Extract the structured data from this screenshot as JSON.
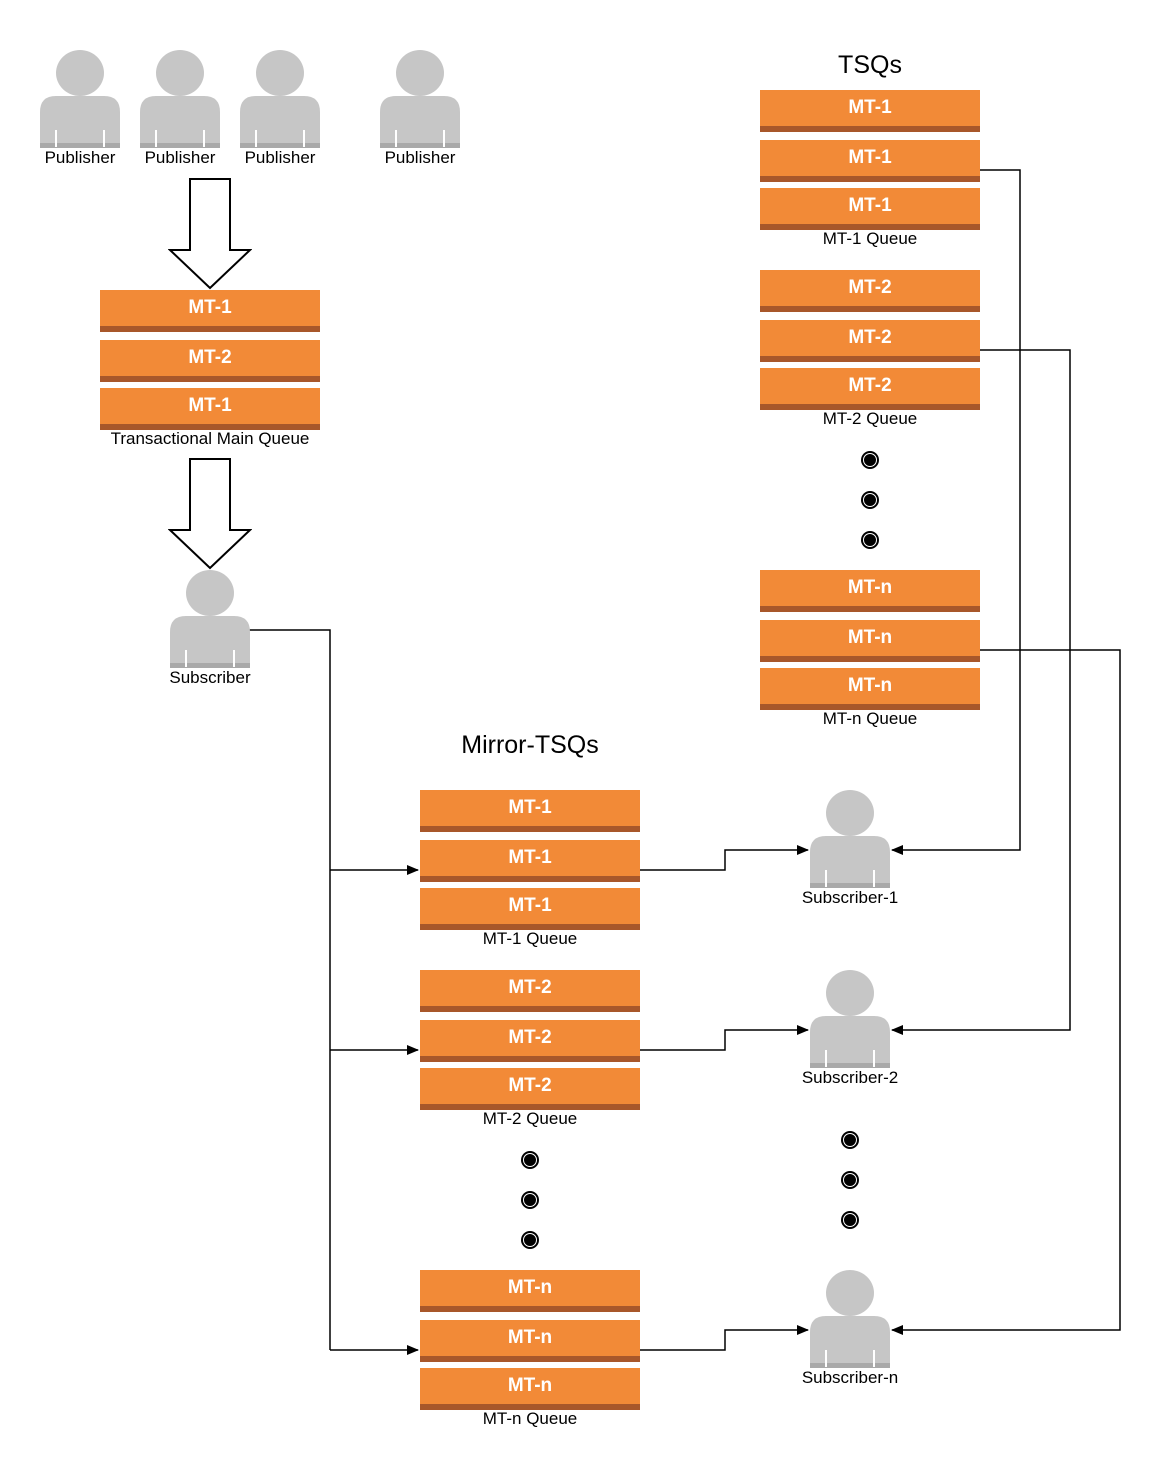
{
  "publishers": [
    "Publisher",
    "Publisher",
    "Publisher",
    "Publisher"
  ],
  "main_queue": {
    "items": [
      "MT-1",
      "MT-2",
      "MT-1"
    ],
    "label": "Transactional Main Queue"
  },
  "subscriber": {
    "label": "Subscriber"
  },
  "tsqs": {
    "title": "TSQs",
    "queues": [
      {
        "items": [
          "MT-1",
          "MT-1",
          "MT-1"
        ],
        "label": "MT-1 Queue"
      },
      {
        "items": [
          "MT-2",
          "MT-2",
          "MT-2"
        ],
        "label": "MT-2 Queue"
      },
      {
        "items": [
          "MT-n",
          "MT-n",
          "MT-n"
        ],
        "label": "MT-n Queue"
      }
    ]
  },
  "mirror_tsqs": {
    "title": "Mirror-TSQs",
    "queues": [
      {
        "items": [
          "MT-1",
          "MT-1",
          "MT-1"
        ],
        "label": "MT-1 Queue"
      },
      {
        "items": [
          "MT-2",
          "MT-2",
          "MT-2"
        ],
        "label": "MT-2 Queue"
      },
      {
        "items": [
          "MT-n",
          "MT-n",
          "MT-n"
        ],
        "label": "MT-n Queue"
      }
    ]
  },
  "subscribers": [
    "Subscriber-1",
    "Subscriber-2",
    "Subscriber-n"
  ],
  "colors": {
    "bar_fill": "#f28a37",
    "bar_base": "#a8572a",
    "person": "#c6c6c6",
    "line": "#000000"
  }
}
